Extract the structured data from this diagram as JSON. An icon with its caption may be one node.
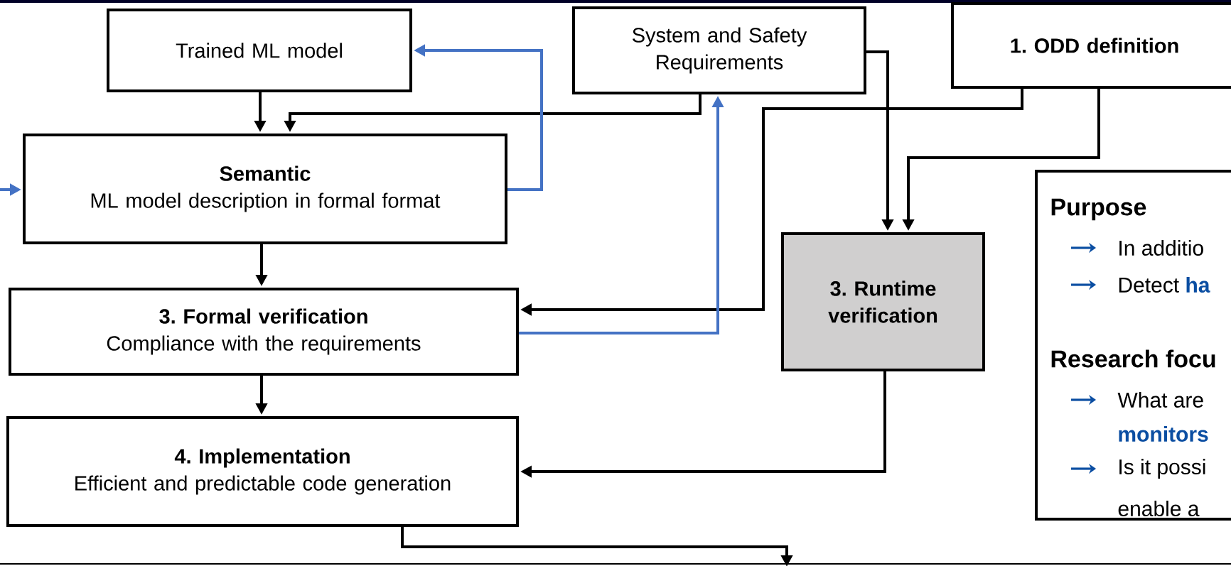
{
  "diagram": {
    "nodes": [
      {
        "text": [
          "Trained ML model"
        ]
      },
      {
        "text": [
          "System and Safety Requirements"
        ]
      },
      {
        "text": [
          "1. ODD definition"
        ]
      },
      {
        "text": [
          "Semantic",
          "ML model description in formal format"
        ]
      },
      {
        "text": [
          "3. Runtime verification"
        ]
      },
      {
        "text": [
          "3. Formal verification",
          "Compliance with the requirements"
        ]
      },
      {
        "text": [
          "4. Implementation",
          "Efficient and predictable code generation"
        ]
      },
      {
        "text": [
          "Purpose",
          "In additio",
          "Detect **ha**",
          "Research focu",
          "What are",
          "monitors",
          "Is it possi",
          "enable a"
        ]
      }
    ],
    "edges": [
      {
        "from": 0,
        "to": 3,
        "arrow": "to"
      },
      {
        "from": 1,
        "to": 3,
        "arrow": "to"
      },
      {
        "from": 3,
        "to": 0,
        "arrow": "to",
        "color": "#4472c4"
      },
      {
        "from": 3,
        "to": 5,
        "arrow": "to"
      },
      {
        "from": 2,
        "to": 5,
        "arrow": "to"
      },
      {
        "from": 5,
        "to": 1,
        "arrow": "to",
        "color": "#4472c4"
      },
      {
        "from": 1,
        "to": 4,
        "arrow": "to"
      },
      {
        "from": 2,
        "to": 4,
        "arrow": "to"
      },
      {
        "from": 5,
        "to": 6,
        "arrow": "to"
      },
      {
        "from": 4,
        "to": 6,
        "arrow": "to"
      },
      {
        "from": null,
        "to": 3,
        "arrow": "to",
        "color": "#4472c4"
      },
      {
        "from": 6,
        "to": null,
        "arrow": "to"
      }
    ]
  }
}
